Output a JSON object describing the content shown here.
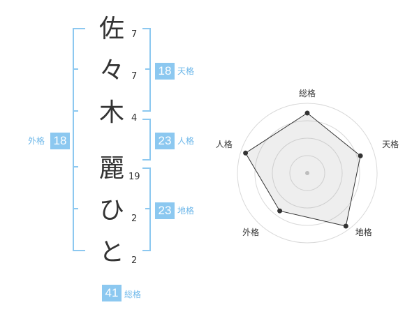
{
  "name_chars": [
    {
      "char": "佐",
      "strokes": "7"
    },
    {
      "char": "々",
      "strokes": "7"
    },
    {
      "char": "木",
      "strokes": "4"
    },
    {
      "char": "麗",
      "strokes": "19"
    },
    {
      "char": "ひ",
      "strokes": "2"
    },
    {
      "char": "と",
      "strokes": "2"
    }
  ],
  "kaku": {
    "tenkaku": {
      "label": "天格",
      "value": "18"
    },
    "jinkaku": {
      "label": "人格",
      "value": "23"
    },
    "chikaku": {
      "label": "地格",
      "value": "23"
    },
    "gaikaku": {
      "label": "外格",
      "value": "18"
    },
    "soukaku": {
      "label": "総格",
      "value": "41"
    }
  },
  "colors": {
    "accent": "#8cc8f0",
    "label": "#6fb8ea",
    "text": "#333333"
  },
  "chart_data": {
    "type": "radar",
    "axes": [
      "総格",
      "天格",
      "地格",
      "外格",
      "人格"
    ],
    "values": [
      0.86,
      0.8,
      0.94,
      0.67,
      0.93
    ],
    "rings": 4,
    "grid": true
  }
}
